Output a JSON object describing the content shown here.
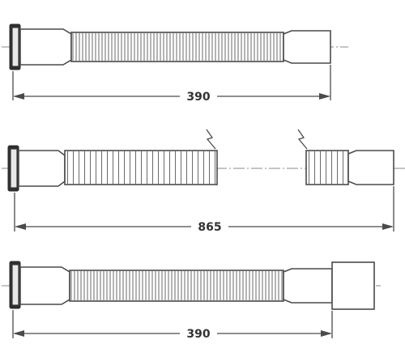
{
  "drawings": [
    {
      "id": "hose-short",
      "dimension_label": "390"
    },
    {
      "id": "hose-long",
      "dimension_label": "865"
    },
    {
      "id": "hose-short-wide-end",
      "dimension_label": "390"
    }
  ],
  "colors": {
    "line": "#4a4a4a",
    "axis": "#8a8a8a",
    "cuff": "#2e2e2e",
    "background": "#ffffff"
  }
}
